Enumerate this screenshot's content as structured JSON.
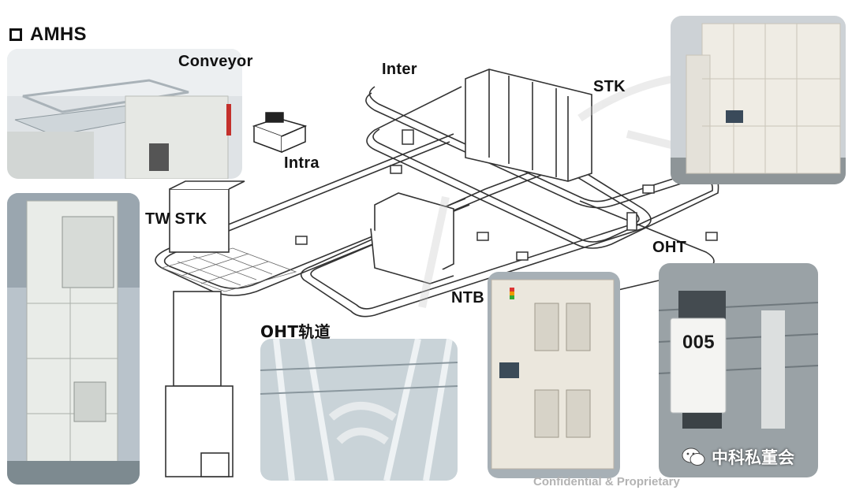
{
  "title": "AMHS",
  "labels": {
    "conveyor": "Conveyor",
    "inter": "Inter",
    "intra": "Intra",
    "stk": "STK",
    "tw_stk": "TW STK",
    "oht": "OHT",
    "ntb": "NTB",
    "oht_rail": "OHT轨道"
  },
  "stocker_id": "005",
  "footer": "Confidential & Proprietary",
  "brand": "中科私董会",
  "icons": [
    "checkbox-icon",
    "wechat-icon"
  ],
  "colors": {
    "text": "#111111",
    "photo_bg": "#e8eaec",
    "rail": "#333333",
    "footer": "#b3b3b3"
  }
}
